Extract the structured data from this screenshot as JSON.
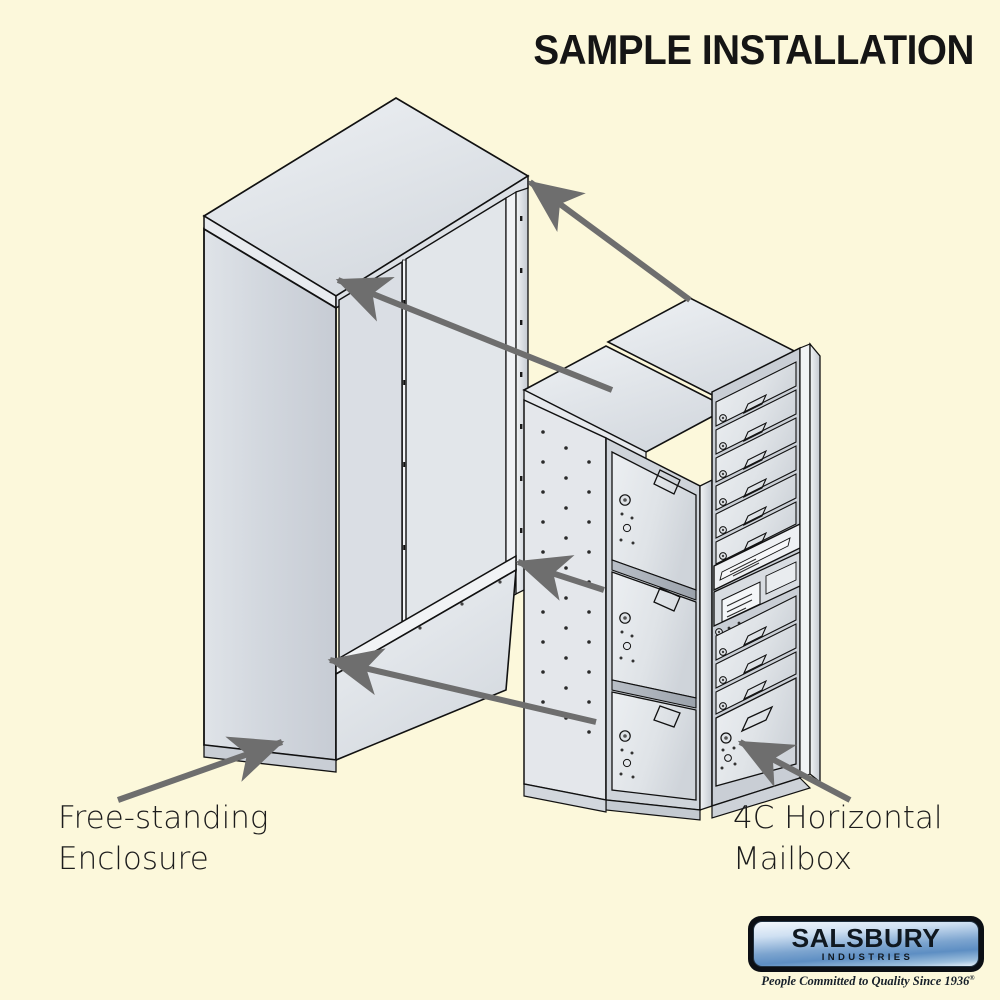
{
  "page": {
    "title": "SAMPLE INSTALLATION",
    "background_color": "#FCF8DB",
    "line_color": "#111111",
    "panel_color": "#D6DAE0",
    "arrow_color": "#6E6E6E"
  },
  "captions": {
    "enclosure": "Free-standing\nEnclosure",
    "mailbox": "4C Horizontal\nMailbox"
  },
  "logo": {
    "brand": "SALSBURY",
    "division": "INDUSTRIES",
    "tagline": "People Committed to Quality Since 1936",
    "registered_mark": "®",
    "plate_color": "#0C0F14",
    "badge_gradient_from": "#F4F8FC",
    "badge_gradient_to": "#5D8EC3"
  },
  "diagram": {
    "type": "isometric-technical-illustration",
    "objects": [
      {
        "name": "free-standing-enclosure",
        "description": "Open-front rectangular enclosure shell with top cap, recessed inner side panels with mounting hole strips, and a lower shelf panel",
        "position": "left",
        "features": [
          "top-cap",
          "left-outer-panel",
          "inner-back-panels",
          "right-mounting-post",
          "bottom-shelf"
        ]
      },
      {
        "name": "4c-horizontal-mailbox",
        "description": "Recessed-mounted 4C horizontal mailbox module shown in isometric view with two stepped top covers, perforated left side panel, a left column of three large parcel locker doors, and a right column of small tenant compartment doors plus USPS master access panel",
        "position": "right",
        "features": [
          "stepped-top-covers",
          "perforated-side-panel",
          "parcel-locker-doors",
          "tenant-door-column",
          "usps-master-panel",
          "placard"
        ]
      }
    ],
    "callouts": [
      {
        "name": "arrow-to-enclosure-top-right-post",
        "from": "mailbox-top",
        "to": "enclosure-upper-right"
      },
      {
        "name": "arrow-to-enclosure-left-inner-post",
        "from": "mailbox-top-left",
        "to": "enclosure-inner-left"
      },
      {
        "name": "arrow-to-enclosure-shelf-right",
        "from": "mailbox-mid",
        "to": "enclosure-shelf-right"
      },
      {
        "name": "arrow-to-enclosure-shelf-left",
        "from": "mailbox-lower",
        "to": "enclosure-shelf-left"
      },
      {
        "name": "arrow-to-enclosure-body",
        "from": "free-standing-enclosure-label",
        "to": "enclosure-left-panel"
      },
      {
        "name": "arrow-to-mailbox-door",
        "from": "4c-horizontal-mailbox-label",
        "to": "mailbox-parcel-door"
      }
    ],
    "counts": {
      "parcel_locker_doors": 3,
      "tenant_doors_upper": 6,
      "tenant_doors_lower": 3,
      "top_covers": 2
    }
  }
}
